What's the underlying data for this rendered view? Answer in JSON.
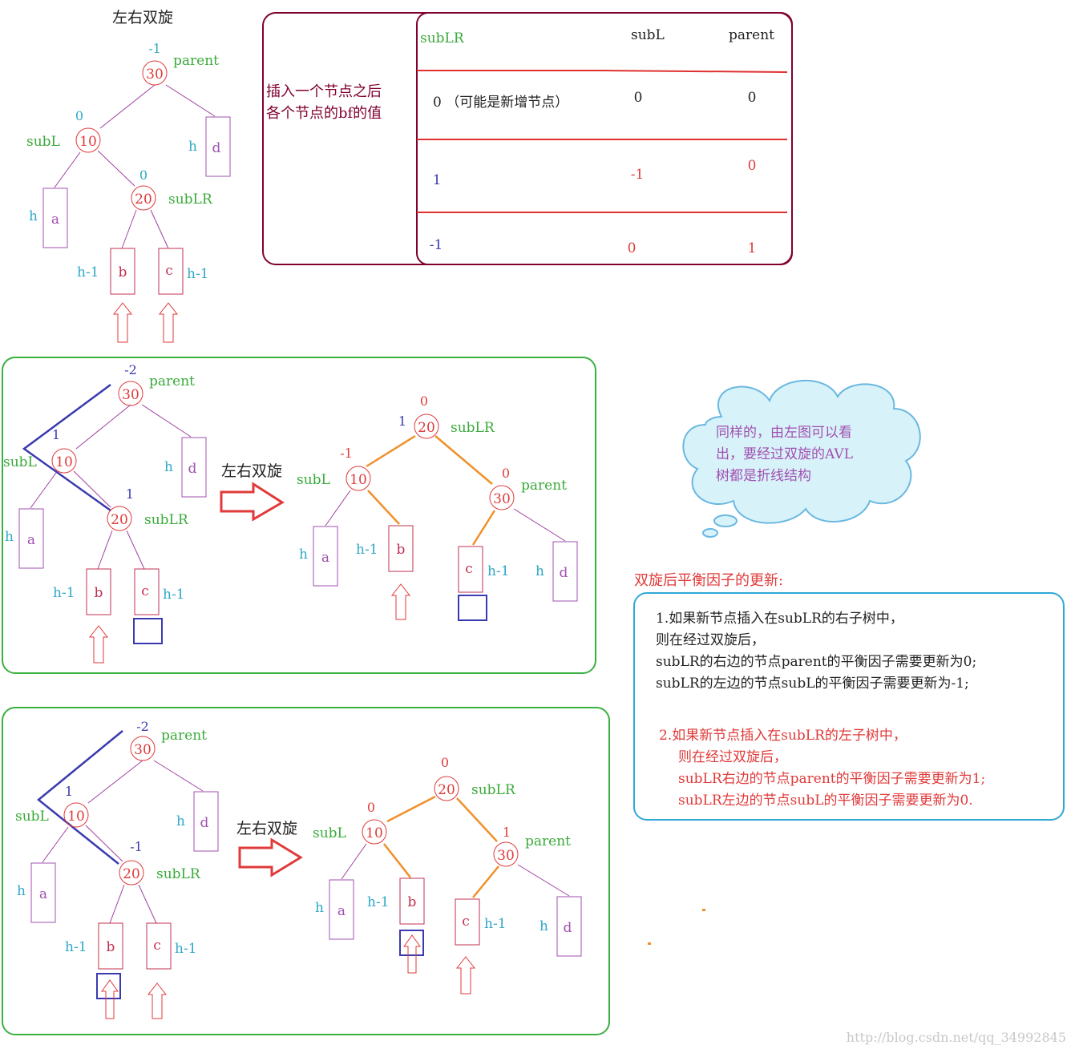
{
  "header": {
    "title": "左右双旋"
  },
  "labels": {
    "parent": "parent",
    "subL": "subL",
    "subLR": "subLR",
    "h": "h",
    "h1": "h-1",
    "n30": "30",
    "n10": "10",
    "n20": "20",
    "a": "a",
    "b": "b",
    "c": "c",
    "d": "d",
    "arrow_label": "左右双旋"
  },
  "bf": {
    "top": {
      "parent": "-1",
      "subL": "0",
      "subLR": "0"
    },
    "mid_before": {
      "parent": "-2",
      "subL": "1",
      "subLR": "1"
    },
    "mid_after": {
      "subLR": "0",
      "subLR_old": "1",
      "subL": "-1",
      "parent": "0"
    },
    "bot_before": {
      "parent": "-2",
      "subL": "1",
      "subLR": "-1"
    },
    "bot_after": {
      "subLR": "0",
      "subL": "0",
      "parent": "1"
    }
  },
  "table": {
    "side_title_line1": "插入一个节点之后",
    "side_title_line2": "各个节点的bf的值",
    "headers": [
      "subLR",
      "subL",
      "parent"
    ],
    "rows": [
      [
        "0 （可能是新增节点）",
        "0",
        "0"
      ],
      [
        "1",
        "-1",
        "0"
      ],
      [
        "-1",
        "0",
        "1"
      ]
    ]
  },
  "cloud": {
    "lines": [
      "同样的，由左图可以看",
      "出，要经过双旋的AVL",
      "树都是折线结构"
    ]
  },
  "update": {
    "title": "双旋后平衡因子的更新:",
    "case1": [
      "1.如果新节点插入在subLR的右子树中，",
      "则在经过双旋后，",
      "subLR的右边的节点parent的平衡因子需要更新为0;",
      "subLR的左边的节点subL的平衡因子需要更新为-1;"
    ],
    "case2": [
      "2.如果新节点插入在subLR的左子树中，",
      "则在经过双旋后，",
      "subLR右边的节点parent的平衡因子需要更新为1;",
      "subLR左边的节点subL的平衡因子需要更新为0."
    ]
  },
  "watermark": "http://blog.csdn.net/qq_34992845",
  "colors": {
    "node": "#e03a3a",
    "tree_line": "#a040a0",
    "label_green": "#3aaa3a",
    "label_cyan": "#30a8c8",
    "bf_cyan": "#30a8c8",
    "bf_blue": "#3a3ab0",
    "bf_red": "#e03a3a",
    "orange": "#f0902a",
    "panel_green": "#3ab040",
    "panel_blue": "#30a8d8",
    "table_border": "#800030",
    "table_line": "#e03030",
    "box_purple": "#a050b0",
    "box_red": "#c03050"
  }
}
